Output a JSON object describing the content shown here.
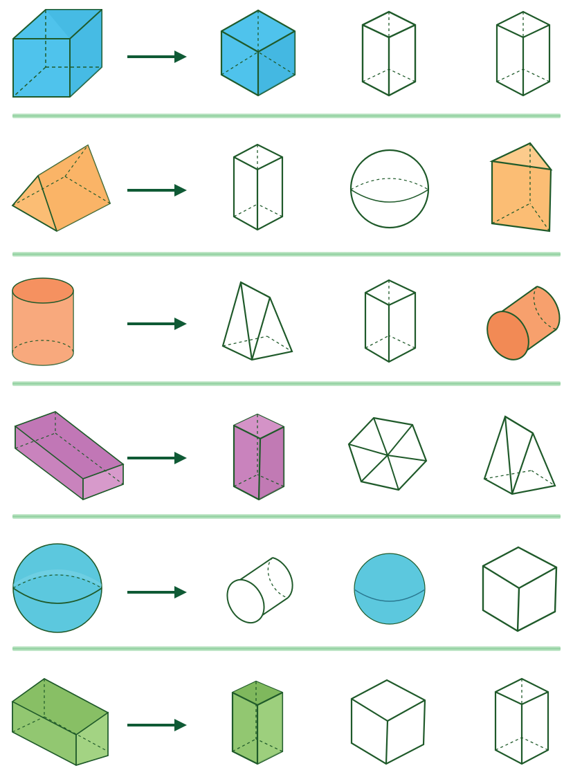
{
  "colors": {
    "line": "#1f5a2a",
    "arrow": "#0f5a35",
    "divider": "#a7d9b0",
    "cube_blue": "#4fc3ec",
    "wedge_orange": "#fbbd74",
    "cylinder_orange": "#f7a06d",
    "slab_purple": "#c983bd",
    "sphere_blue": "#5cc8de",
    "box_green": "#92c771"
  },
  "rows": [
    {
      "target": {
        "shape": "cube",
        "color": "cube_blue"
      },
      "options": [
        {
          "shape": "cube-vertex",
          "color": "cube_blue",
          "match": true
        },
        {
          "shape": "tall-box",
          "color": "none",
          "match": false
        },
        {
          "shape": "tall-box",
          "color": "none",
          "match": false
        }
      ]
    },
    {
      "target": {
        "shape": "triangular-prism-lying",
        "color": "wedge_orange"
      },
      "options": [
        {
          "shape": "tall-box",
          "color": "none",
          "match": false
        },
        {
          "shape": "sphere-outline",
          "color": "none",
          "match": false
        },
        {
          "shape": "triangular-prism-standing",
          "color": "wedge_orange",
          "match": true
        }
      ]
    },
    {
      "target": {
        "shape": "cylinder-upright",
        "color": "cylinder_orange"
      },
      "options": [
        {
          "shape": "triangular-prism-upright",
          "color": "none",
          "match": false
        },
        {
          "shape": "tall-box",
          "color": "none",
          "match": false
        },
        {
          "shape": "cylinder-lying",
          "color": "cylinder_orange",
          "match": true
        }
      ]
    },
    {
      "target": {
        "shape": "slab-lying",
        "color": "slab_purple"
      },
      "options": [
        {
          "shape": "tall-box",
          "color": "slab_purple",
          "match": true
        },
        {
          "shape": "pentagonal-pyramid",
          "color": "none",
          "match": false
        },
        {
          "shape": "triangular-prism-upright",
          "color": "none",
          "match": false
        }
      ]
    },
    {
      "target": {
        "shape": "sphere",
        "color": "sphere_blue"
      },
      "options": [
        {
          "shape": "cylinder-outline",
          "color": "none",
          "match": false
        },
        {
          "shape": "sphere",
          "color": "sphere_blue",
          "match": true
        },
        {
          "shape": "cube-vertex",
          "color": "none",
          "match": false
        }
      ]
    },
    {
      "target": {
        "shape": "box-lying",
        "color": "box_green"
      },
      "options": [
        {
          "shape": "tall-box",
          "color": "box_green",
          "match": true
        },
        {
          "shape": "cube-vertex",
          "color": "none",
          "match": false
        },
        {
          "shape": "tall-box",
          "color": "none",
          "match": false
        }
      ]
    }
  ]
}
